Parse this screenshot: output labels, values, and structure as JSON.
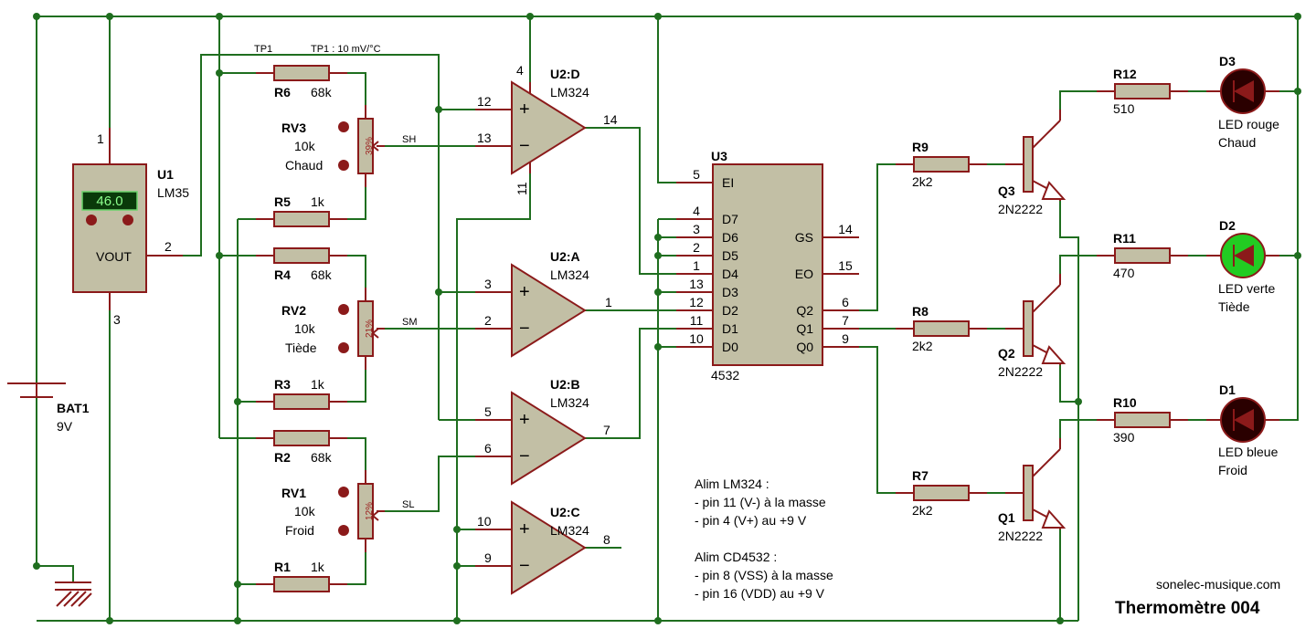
{
  "title": "Thermomètre 004",
  "website": "sonelec-musique.com",
  "net_labels": {
    "tp1": "TP1",
    "tp1_note": "TP1 : 10 mV/°C",
    "sh": "SH",
    "sm": "SM",
    "sl": "SL"
  },
  "bat1": {
    "ref": "BAT1",
    "value": "9V"
  },
  "u1": {
    "ref": "U1",
    "value": "LM35",
    "display": "46.0",
    "pin_label": "VOUT",
    "pins": [
      "1",
      "2",
      "3"
    ]
  },
  "resistors": {
    "r1": {
      "ref": "R1",
      "value": "1k"
    },
    "r2": {
      "ref": "R2",
      "value": "68k"
    },
    "r3": {
      "ref": "R3",
      "value": "1k"
    },
    "r4": {
      "ref": "R4",
      "value": "68k"
    },
    "r5": {
      "ref": "R5",
      "value": "1k"
    },
    "r6": {
      "ref": "R6",
      "value": "68k"
    },
    "r7": {
      "ref": "R7",
      "value": "2k2"
    },
    "r8": {
      "ref": "R8",
      "value": "2k2"
    },
    "r9": {
      "ref": "R9",
      "value": "2k2"
    },
    "r10": {
      "ref": "R10",
      "value": "390"
    },
    "r11": {
      "ref": "R11",
      "value": "470"
    },
    "r12": {
      "ref": "R12",
      "value": "510"
    }
  },
  "pots": {
    "rv1": {
      "ref": "RV1",
      "value": "10k",
      "label": "Froid",
      "setting": "12%"
    },
    "rv2": {
      "ref": "RV2",
      "value": "10k",
      "label": "Tiède",
      "setting": "21%"
    },
    "rv3": {
      "ref": "RV3",
      "value": "10k",
      "label": "Chaud",
      "setting": "39%"
    }
  },
  "opamps": {
    "u2d": {
      "ref": "U2:D",
      "value": "LM324",
      "pins": {
        "in_plus": "12",
        "in_minus": "13",
        "out": "14",
        "vplus": "4",
        "vminus": "11"
      }
    },
    "u2a": {
      "ref": "U2:A",
      "value": "LM324",
      "pins": {
        "in_plus": "3",
        "in_minus": "2",
        "out": "1"
      }
    },
    "u2b": {
      "ref": "U2:B",
      "value": "LM324",
      "pins": {
        "in_plus": "5",
        "in_minus": "6",
        "out": "7"
      }
    },
    "u2c": {
      "ref": "U2:C",
      "value": "LM324",
      "pins": {
        "in_plus": "10",
        "in_minus": "9",
        "out": "8"
      }
    },
    "sign_plus": "+",
    "sign_minus": "−"
  },
  "u3": {
    "ref": "U3",
    "value": "4532",
    "left_pins": [
      {
        "num": "5",
        "name": "EI"
      },
      {
        "num": "4",
        "name": "D7"
      },
      {
        "num": "3",
        "name": "D6"
      },
      {
        "num": "2",
        "name": "D5"
      },
      {
        "num": "1",
        "name": "D4"
      },
      {
        "num": "13",
        "name": "D3"
      },
      {
        "num": "12",
        "name": "D2"
      },
      {
        "num": "11",
        "name": "D1"
      },
      {
        "num": "10",
        "name": "D0"
      }
    ],
    "right_pins": [
      {
        "num": "14",
        "name": "GS"
      },
      {
        "num": "15",
        "name": "EO"
      },
      {
        "num": "6",
        "name": "Q2"
      },
      {
        "num": "7",
        "name": "Q1"
      },
      {
        "num": "9",
        "name": "Q0"
      }
    ]
  },
  "transistors": {
    "q1": {
      "ref": "Q1",
      "value": "2N2222"
    },
    "q2": {
      "ref": "Q2",
      "value": "2N2222"
    },
    "q3": {
      "ref": "Q3",
      "value": "2N2222"
    }
  },
  "leds": {
    "d1": {
      "ref": "D1",
      "line1": "LED bleue",
      "line2": "Froid",
      "color": "#2a0000"
    },
    "d2": {
      "ref": "D2",
      "line1": "LED verte",
      "line2": "Tiède",
      "color": "#22cc22"
    },
    "d3": {
      "ref": "D3",
      "line1": "LED rouge",
      "line2": "Chaud",
      "color": "#2a0000"
    }
  },
  "notes": [
    "Alim LM324 :",
    "- pin 11 (V-) à la masse",
    "- pin 4 (V+) au +9 V",
    "",
    "Alim CD4532 :",
    "- pin 8 (VSS) à la masse",
    "- pin 16 (VDD) au +9 V"
  ],
  "colors": {
    "wire": "#1f6e1f",
    "component": "#8b1a1a",
    "ic_body": "#c2bfa5",
    "junction": "#1f6e1f"
  }
}
